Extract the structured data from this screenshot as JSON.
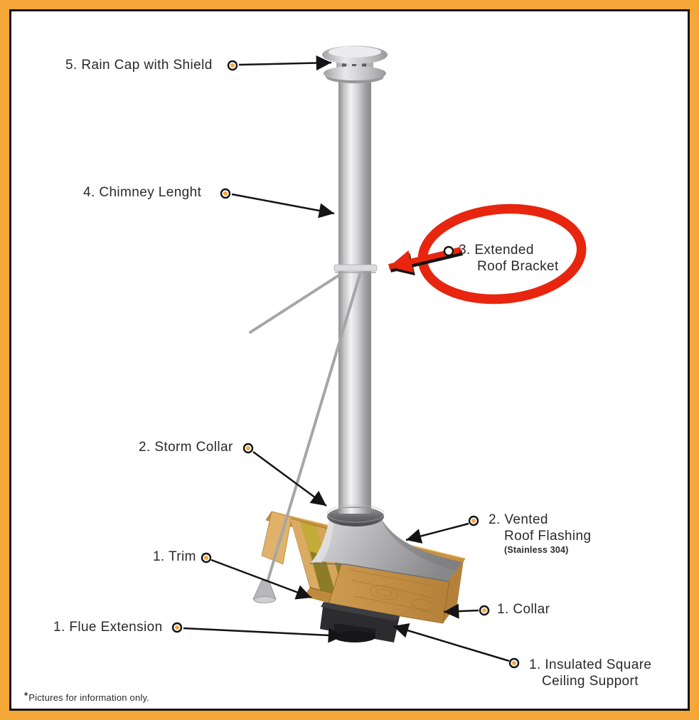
{
  "callouts": {
    "rain_cap": {
      "label": "5. Rain Cap with Shield"
    },
    "chimney_length": {
      "label": "4. Chimney Lenght"
    },
    "roof_bracket": {
      "line1": "3. Extended",
      "line2": "Roof Bracket"
    },
    "storm_collar": {
      "label": "2. Storm Collar"
    },
    "roof_flashing": {
      "line1": "2. Vented",
      "line2": "Roof Flashing",
      "line3": "(Stainless 304)"
    },
    "trim": {
      "label": "1. Trim"
    },
    "collar": {
      "label": "1. Collar"
    },
    "flue_extension": {
      "label": "1. Flue Extension"
    },
    "ceiling_support": {
      "line1": "1. Insulated Square",
      "line2": "Ceiling Support"
    }
  },
  "footnote": {
    "asterisk": "*",
    "text": "Pictures for information only."
  },
  "colors": {
    "frame_orange": "#F5A737",
    "dot_orange": "#F5A737",
    "arrow_black": "#141414",
    "highlight_red": "#E8250E",
    "label_text": "#2A2A2A"
  }
}
